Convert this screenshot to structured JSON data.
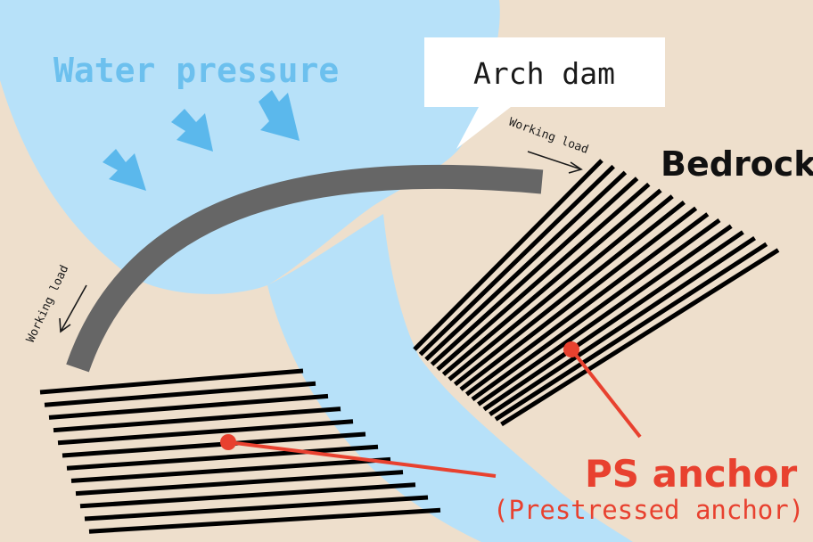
{
  "labels": {
    "water_pressure": "Water pressure",
    "arch_dam": "Arch dam",
    "bedrock": "Bedrock",
    "working_load_right": "Working load",
    "working_load_left": "Working load",
    "ps_anchor": "PS anchor",
    "ps_anchor_sub": "(Prestressed anchor)"
  },
  "colors": {
    "bedrock": "#eedfcc",
    "water": "#b7e1f9",
    "arrows": "#5bb8ec",
    "dam": "#666666",
    "anchor_lines": "#000000",
    "anchor_marker": "#e8412f",
    "callout_box": "#ffffff"
  },
  "icons": {
    "pressure_arrow": "arrow-down-right",
    "load_arrow": "thin-arrow"
  }
}
